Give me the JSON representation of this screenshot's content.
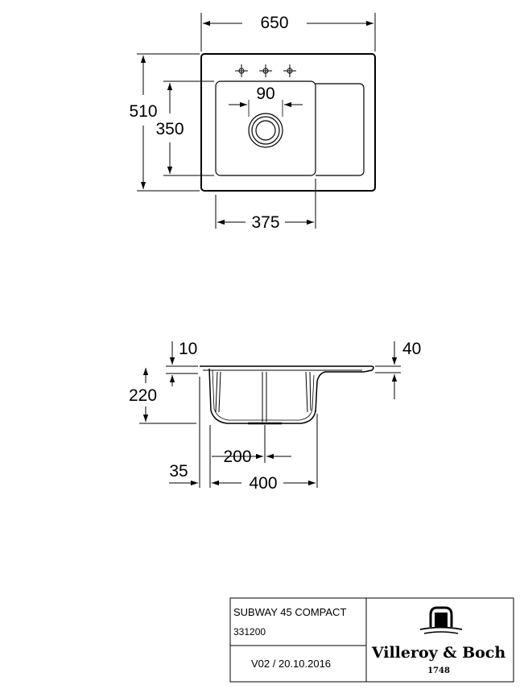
{
  "top_view": {
    "dims": {
      "overall_width": "650",
      "overall_depth": "510",
      "bowl_depth": "350",
      "drain_size": "90",
      "bowl_width": "375"
    }
  },
  "side_view": {
    "dims": {
      "rim_thickness": "10",
      "bowl_height": "220",
      "drainboard_height": "40",
      "drain_offset": "200",
      "edge_offset": "35",
      "bowl_width": "400"
    }
  },
  "title_block": {
    "product_name": "SUBWAY 45 COMPACT",
    "article_number": "331200",
    "version": "V02 / 20.10.2016",
    "brand": "Villeroy & Boch",
    "year": "1748"
  }
}
